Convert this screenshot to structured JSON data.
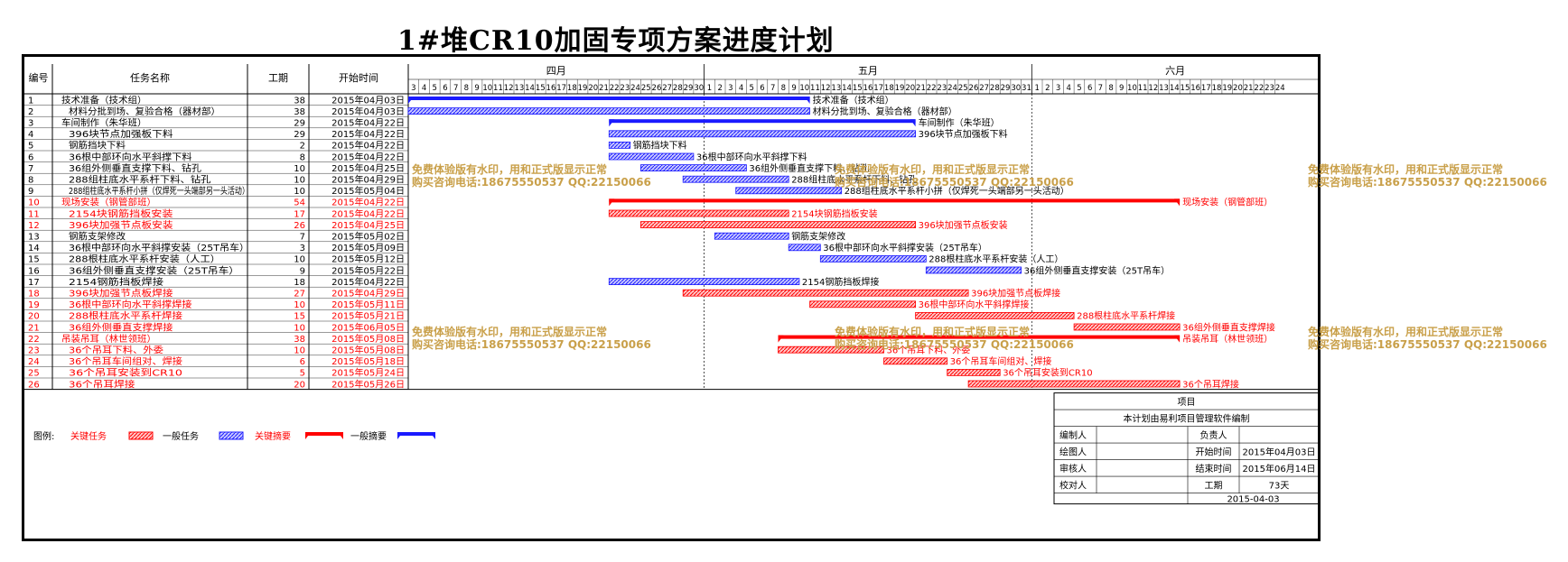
{
  "title": "1#堆CR10加固专项方案进度计划",
  "headers": {
    "no": "编号",
    "name": "任务名称",
    "dur": "工期",
    "start": "开始时间"
  },
  "months": [
    "四月",
    "五月",
    "六月"
  ],
  "tasks": [
    {
      "no": "1",
      "name": "技术准备（技术组）",
      "dur": "38",
      "start": "2015年04月03日",
      "critical": false,
      "summary": true,
      "label": "技术准备（技术组）"
    },
    {
      "no": "2",
      "name": "材料分批到场、复验合格（器材部）",
      "dur": "38",
      "start": "2015年04月03日",
      "critical": false,
      "summary": false,
      "label": "材料分批到场、复验合格（器材部）"
    },
    {
      "no": "3",
      "name": "车间制作（朱华班）",
      "dur": "29",
      "start": "2015年04月22日",
      "critical": false,
      "summary": true,
      "label": "车间制作（朱华班）"
    },
    {
      "no": "4",
      "name": "396块节点加强板下料",
      "dur": "29",
      "start": "2015年04月22日",
      "critical": false,
      "summary": false,
      "label": "396块节点加强板下料"
    },
    {
      "no": "5",
      "name": "钢筋挡块下料",
      "dur": "2",
      "start": "2015年04月22日",
      "critical": false,
      "summary": false,
      "label": "钢筋挡块下料"
    },
    {
      "no": "6",
      "name": "36根中部环向水平斜撑下料",
      "dur": "8",
      "start": "2015年04月22日",
      "critical": false,
      "summary": false,
      "label": "36根中部环向水平斜撑下料"
    },
    {
      "no": "7",
      "name": "36组外侧垂直支撑下料、钻孔",
      "dur": "10",
      "start": "2015年04月25日",
      "critical": false,
      "summary": false,
      "label": "36组外侧垂直支撑下料、钻孔"
    },
    {
      "no": "8",
      "name": "288组柱底水平系杆下料、钻孔",
      "dur": "10",
      "start": "2015年04月29日",
      "critical": false,
      "summary": false,
      "label": "288组柱底水平系杆下料、钻孔"
    },
    {
      "no": "9",
      "name": "288组柱底水平系杆小拼（仅焊死一头端部另一头活动）",
      "dur": "10",
      "start": "2015年05月04日",
      "critical": false,
      "summary": false,
      "label": "288组柱底水平系杆小拼（仅焊死一头端部另一头活动）"
    },
    {
      "no": "10",
      "name": "现场安装（钢管部班）",
      "dur": "54",
      "start": "2015年04月22日",
      "critical": true,
      "summary": true,
      "label": "现场安装（钢管部班）"
    },
    {
      "no": "11",
      "name": "2154块钢筋挡板安装",
      "dur": "17",
      "start": "2015年04月22日",
      "critical": true,
      "summary": false,
      "label": "2154块钢筋挡板安装"
    },
    {
      "no": "12",
      "name": "396块加强节点板安装",
      "dur": "26",
      "start": "2015年04月25日",
      "critical": true,
      "summary": false,
      "label": "396块加强节点板安装"
    },
    {
      "no": "13",
      "name": "钢筋支架修改",
      "dur": "7",
      "start": "2015年05月02日",
      "critical": false,
      "summary": false,
      "label": "钢筋支架修改"
    },
    {
      "no": "14",
      "name": "36根中部环向水平斜撑安装（25T吊车）",
      "dur": "3",
      "start": "2015年05月09日",
      "critical": false,
      "summary": false,
      "label": "36根中部环向水平斜撑安装（25T吊车）"
    },
    {
      "no": "15",
      "name": "288根柱底水平系杆安装（人工）",
      "dur": "10",
      "start": "2015年05月12日",
      "critical": false,
      "summary": false,
      "label": "288根柱底水平系杆安装（人工）"
    },
    {
      "no": "16",
      "name": "36组外侧垂直支撑安装（25T吊车）",
      "dur": "9",
      "start": "2015年05月22日",
      "critical": false,
      "summary": false,
      "label": "36组外侧垂直支撑安装（25T吊车）"
    },
    {
      "no": "17",
      "name": "2154钢筋挡板焊接",
      "dur": "18",
      "start": "2015年04月22日",
      "critical": false,
      "summary": false,
      "label": "2154钢筋挡板焊接"
    },
    {
      "no": "18",
      "name": "396块加强节点板焊接",
      "dur": "27",
      "start": "2015年04月29日",
      "critical": true,
      "summary": false,
      "label": "396块加强节点板焊接"
    },
    {
      "no": "19",
      "name": "36根中部环向水平斜撑焊接",
      "dur": "10",
      "start": "2015年05月11日",
      "critical": true,
      "summary": false,
      "label": "36根中部环向水平斜撑焊接"
    },
    {
      "no": "20",
      "name": "288根柱底水平系杆焊接",
      "dur": "15",
      "start": "2015年05月21日",
      "critical": true,
      "summary": false,
      "label": "288根柱底水平系杆焊接"
    },
    {
      "no": "21",
      "name": "36组外侧垂直支撑焊接",
      "dur": "10",
      "start": "2015年06月05日",
      "critical": true,
      "summary": false,
      "label": "36组外侧垂直支撑焊接"
    },
    {
      "no": "22",
      "name": "吊装吊耳（林世领班）",
      "dur": "38",
      "start": "2015年05月08日",
      "critical": true,
      "summary": true,
      "label": "吊装吊耳（林世领班）"
    },
    {
      "no": "23",
      "name": "36个吊耳下料、外委",
      "dur": "10",
      "start": "2015年05月08日",
      "critical": true,
      "summary": false,
      "label": "36个吊耳下料、外委"
    },
    {
      "no": "24",
      "name": "36个吊耳车间组对、焊接",
      "dur": "6",
      "start": "2015年05月18日",
      "critical": true,
      "summary": false,
      "label": "36个吊耳车间组对、焊接"
    },
    {
      "no": "25",
      "name": "36个吊耳安装到CR10",
      "dur": "5",
      "start": "2015年05月24日",
      "critical": true,
      "summary": false,
      "label": "36个吊耳安装到CR10"
    },
    {
      "no": "26",
      "name": "36个吊耳焊接",
      "dur": "20",
      "start": "2015年05月26日",
      "critical": true,
      "summary": false,
      "label": "36个吊耳焊接"
    }
  ],
  "watermark": {
    "line1": "免费体验版有水印，用和正式版显示正常",
    "line2": "购买咨询电话:18675550537 QQ:22150066"
  },
  "legend": {
    "prefix": "图例:",
    "critical_task": "关键任务",
    "normal_task": "一般任务",
    "critical_summary": "关键摘要",
    "normal_summary": "一般摘要"
  },
  "info": {
    "header": "项目",
    "editor_note": "本计划由易利项目管理软件编制",
    "compiler": "编制人",
    "owner": "负责人",
    "drawer": "绘图人",
    "start_label": "开始时间",
    "start_value": "2015年04月03日",
    "reviewer": "审核人",
    "end_label": "结束时间",
    "end_value": "2015年06月14日",
    "checker": "校对人",
    "dur_label": "工期",
    "dur_value": "73天",
    "date": "2015-04-03"
  },
  "colors": {
    "critical": "#ff0000",
    "normal": "#1a1aff",
    "fill_critical": "#ff6b6b",
    "fill_normal": "#6b6bff",
    "watermark": "#c9a04a"
  }
}
